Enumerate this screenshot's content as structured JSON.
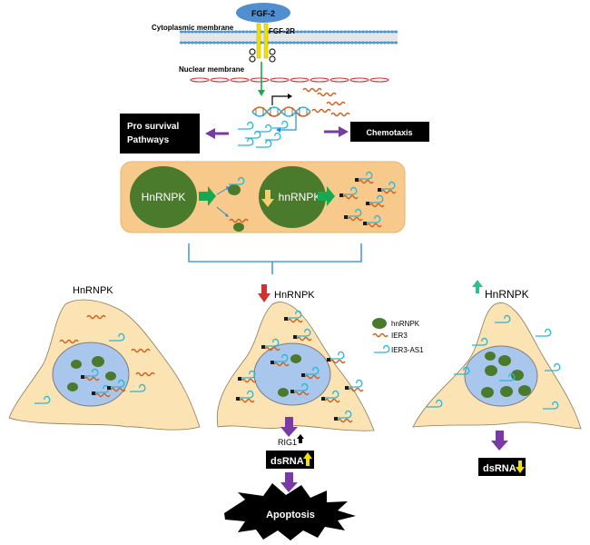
{
  "top": {
    "fgf2": "FGF-2",
    "fgf2r": "FGF-2R",
    "cyto_membrane": "Cytoplasmic membrane",
    "nuclear_membrane": "Nuclear membrane"
  },
  "outcomes": {
    "pro_survival_line1": "Pro survival",
    "pro_survival_line2": "Pathways",
    "chemotaxis": "Chemotaxis"
  },
  "panel": {
    "left_circle": "HnRNPK",
    "right_circle": "hnRNPK"
  },
  "cells": {
    "left_title": "HnRNPK",
    "middle_title": "HnRNPK",
    "right_title": "HnRNPK"
  },
  "legend": {
    "items": [
      {
        "label": "hnRNPK",
        "icon": "protein-blob"
      },
      {
        "label": "IER3",
        "icon": "mrna-wave"
      },
      {
        "label": "IER3-AS1",
        "icon": "lncrna-loop"
      }
    ]
  },
  "pathway": {
    "rig1": "RIG1",
    "dsrna_mid": "dsRNA",
    "dsrna_right": "dsRNA",
    "apoptosis": "Apoptosis"
  },
  "colors": {
    "protein": "#4a7a2c",
    "cell": "#fbe3b3",
    "nucleus": "#a9c6ec",
    "arrow_purple": "#7a3aa4",
    "arrow_green": "#17a94f",
    "ier3": "#d1611d",
    "lncrna": "#2bb5d6",
    "panel_bg": "#f7c98a"
  }
}
